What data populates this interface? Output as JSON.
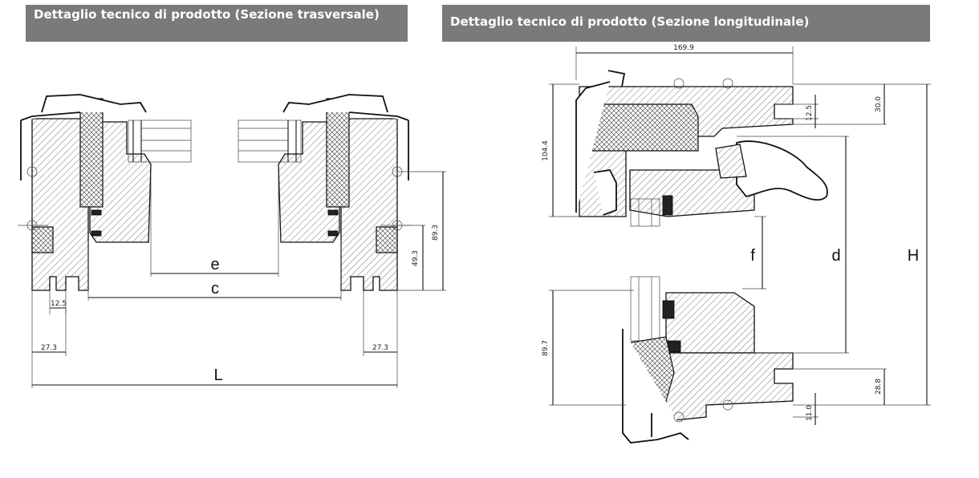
{
  "headers": {
    "left": "Dettaglio tecnico di prodotto (Sezione trasversale)",
    "right": "Dettaglio tecnico di prodotto (Sezione longitudinale)"
  },
  "left_section": {
    "labels": {
      "e": "e",
      "c": "c",
      "L": "L"
    },
    "dims": {
      "d_12_5": "12.5",
      "d_27_3_left": "27.3",
      "d_27_3_right": "27.3",
      "d_49_3": "49.3",
      "d_89_3": "89.3"
    }
  },
  "right_section": {
    "labels": {
      "f": "f",
      "d": "d",
      "H": "H"
    },
    "dims": {
      "d_169_9": "169.9",
      "d_104_4": "104.4",
      "d_30_0": "30.0",
      "d_12_5": "12.5",
      "d_89_7": "89.7",
      "d_28_8": "28.8",
      "d_11_0": "11.0"
    }
  }
}
